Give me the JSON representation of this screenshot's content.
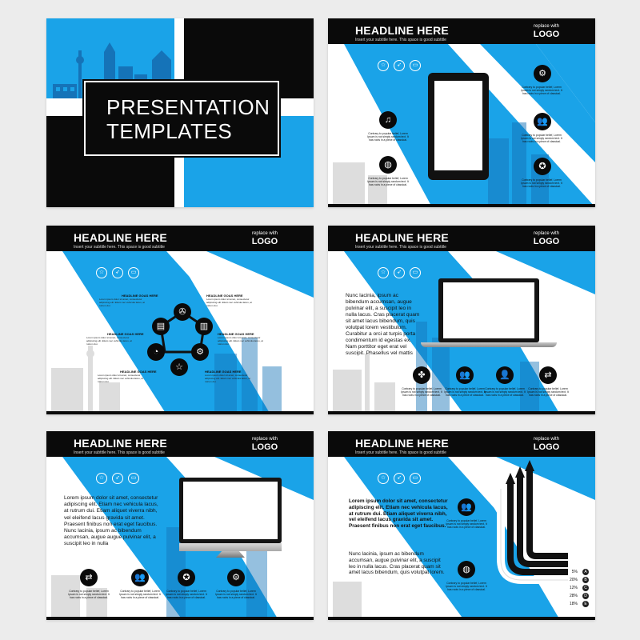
{
  "colors": {
    "accent": "#1aa3e8",
    "dark": "#0a0a0a",
    "white": "#ffffff"
  },
  "cover": {
    "title_line1": "PRESENTATION",
    "title_line2": "TEMPLATES"
  },
  "common": {
    "headline": "HEADLINE HERE",
    "subtitle": "Insert your subtitle here. This space is good subtitle",
    "replace_with": "replace with",
    "logo": "LOGO"
  },
  "feature_text": "Contrary to popular belief, Lorem Ipsum is not simply random text. It has roots in a piece of classical.",
  "slide2": {
    "icons": [
      "music-icon",
      "globe-icon",
      "gear-icon",
      "users-icon",
      "badge-icon"
    ]
  },
  "slide3": {
    "goal_title": "HEADLINE GOAS HERE",
    "goal_desc": "Lorem ipsum dolor sit amet, consectetur adipiscing elit. Etiam nec vehicula lacus, at rutrum dui."
  },
  "slide4": {
    "paragraph": "Nunc lacinia, ipsum ac bibendum accumsan, augue pulvinar elit, a suscipit leo in nulla lacus. Cras placerat quam sit amet lacus bibendum, quis volutpat lorem vestibulum. Curabitur a orci at turpis porta condimentum id egestas ex. Nam porttitor eget erat vel suscipit. Phasellus vel mattis"
  },
  "slide5": {
    "paragraph": "Lorem ipsum dolor sit amet, consectetur adipiscing elit. Etiam nec vehicula lacus, at rutrum dui. Etiam aliquet viverra nibh, vel eleifend lacus gravida sit amet. Praesent finibus non erat eget faucibus. Nunc lacinia, ipsum ac bibendum accumsan, augue augue pulvinar elit, a suscipit leo in nulla"
  },
  "slide6": {
    "bold_paragraph": "Lorem ipsum dolor sit amet, consectetur adipiscing elit. Etiam nec vehicula lacus, at rutrum dui. Etiam aliquet viverra nibh, vel eleifend lacus gravida sit amet. Praesent finibus non erat eget faucibus.",
    "paragraph": "Nunc lacinia, ipsum ac bibendum accumsan, augue pulvinar elit, a suscipit leo in nulla lacus. Cras placerat quam sit amet lacus bibendum, quis volutpat lorem.",
    "percentages": [
      {
        "value": "5%",
        "letter": "A"
      },
      {
        "value": "20%",
        "letter": "B"
      },
      {
        "value": "12%",
        "letter": "C"
      },
      {
        "value": "28%",
        "letter": "D"
      },
      {
        "value": "18%",
        "letter": "E"
      }
    ]
  }
}
